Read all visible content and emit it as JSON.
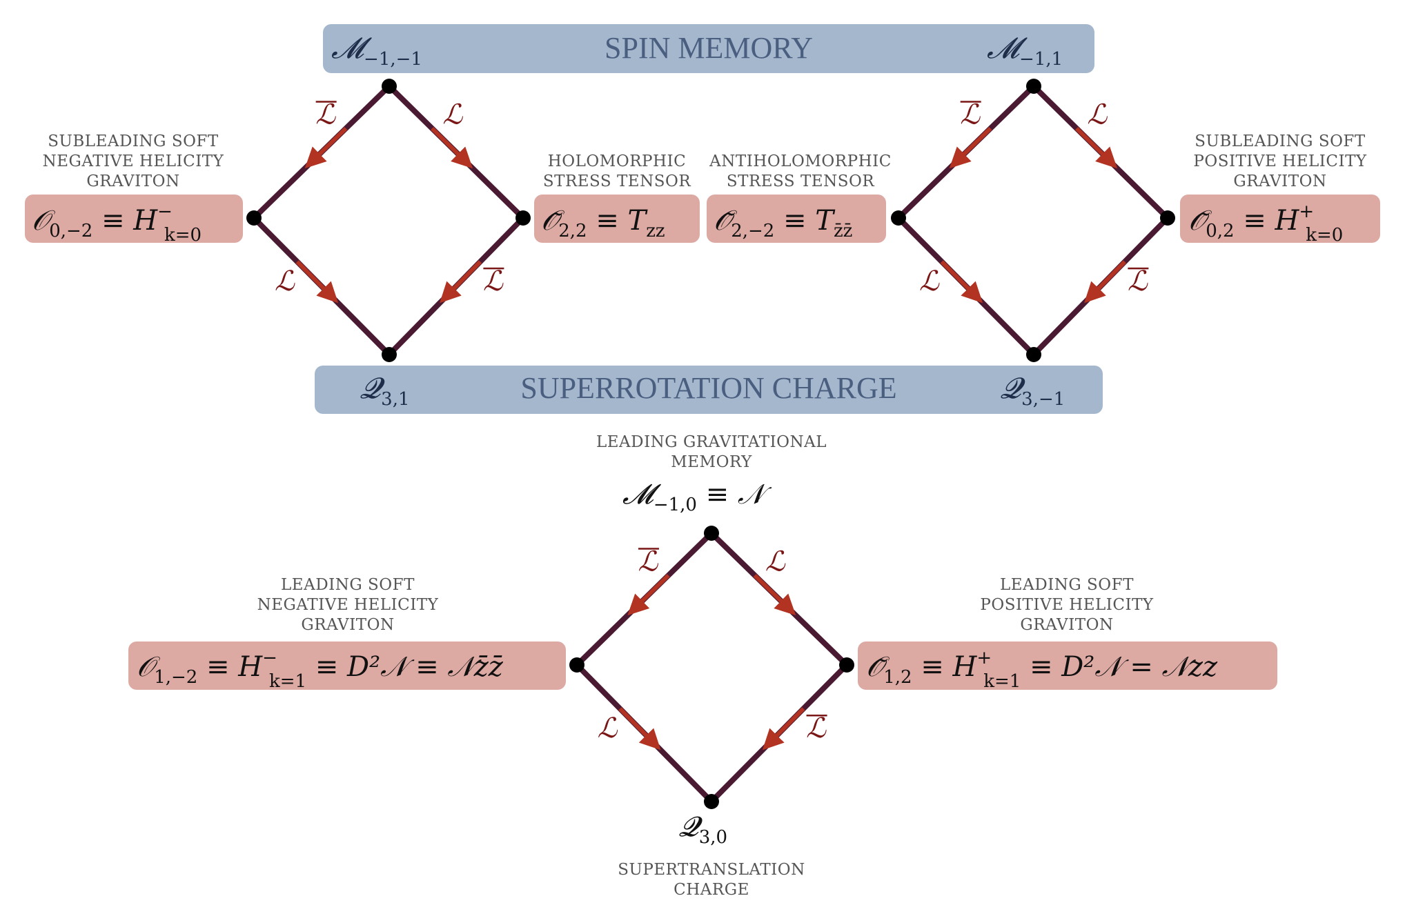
{
  "colors": {
    "banner": "#a5b7cd",
    "pink_box": "#dca9a3",
    "edge": "#4a1a33",
    "arrow": "#b33322",
    "node": "#000000",
    "l_label": "#7a1616"
  },
  "banners": {
    "spin_memory": {
      "title": "SPIN MEMORY",
      "left_math": "𝓜",
      "left_sub": "−1,−1",
      "right_math": "𝓜",
      "right_sub": "−1,1"
    },
    "superrotation": {
      "title": "SUPERROTATION CHARGE",
      "left_math": "𝓠",
      "left_sub": "3,1",
      "right_math": "𝓠",
      "right_sub": "3,−1"
    }
  },
  "captions": {
    "subleading_negative": [
      "SUBLEADING SOFT",
      "NEGATIVE HELICITY",
      "GRAVITON"
    ],
    "holomorphic": [
      "HOLOMORPHIC",
      "STRESS TENSOR"
    ],
    "antiholomorphic": [
      "ANTIHOLOMORPHIC",
      "STRESS TENSOR"
    ],
    "subleading_positive": [
      "SUBLEADING SOFT",
      "POSITIVE HELICITY",
      "GRAVITON"
    ],
    "leading_memory": [
      "LEADING GRAVITATIONAL",
      "MEMORY"
    ],
    "leading_negative": [
      "LEADING SOFT",
      "NEGATIVE HELICITY",
      "GRAVITON"
    ],
    "leading_positive": [
      "LEADING SOFT",
      "POSITIVE HELICITY",
      "GRAVITON"
    ],
    "supertranslation": [
      "SUPERTRANSLATION",
      "CHARGE"
    ]
  },
  "operators": {
    "o_0_m2": {
      "base": "𝒪",
      "sub": "0,−2",
      "rest": " ≡ H",
      "sup2": "−",
      "sub2": "k=0",
      "tail": ""
    },
    "t_zz": {
      "base": "𝒪̃",
      "sub": "2,2",
      "rest": " ≡ T",
      "sup2": "",
      "sub2": "zz",
      "tail": ""
    },
    "t_zbzb": {
      "base": "𝒪̃",
      "sub": "2,−2",
      "rest": " ≡ T",
      "sup2": "",
      "sub2": "z̄z̄",
      "tail": ""
    },
    "o_0_2": {
      "base": "𝒪̃",
      "sub": "0,2",
      "rest": " ≡ H",
      "sup2": "+",
      "sub2": "k=0",
      "tail": ""
    },
    "o_1_m2": {
      "base": "𝒪",
      "sub": "1,−2",
      "rest": " ≡ H",
      "sup2": "−",
      "sub2": "k=1",
      "tail": " ≡ D²𝒩 ≡ 𝒩z̄z̄"
    },
    "o_1_2": {
      "base": "𝒪̃",
      "sub": "1,2",
      "rest": " ≡ H",
      "sup2": "+",
      "sub2": "k=1",
      "tail": " ≡ D²𝒩 = 𝒩zz"
    },
    "m_10": {
      "base": "𝓜",
      "sub": "−1,0",
      "rest": " ≡ 𝒩",
      "sup2": "",
      "sub2": "",
      "tail": ""
    },
    "q_30": {
      "base": "𝓠",
      "sub": "3,0",
      "rest": "",
      "sup2": "",
      "sub2": "",
      "tail": ""
    }
  },
  "lie_labels": {
    "l": "ℒ",
    "lbar": "ℒ"
  }
}
